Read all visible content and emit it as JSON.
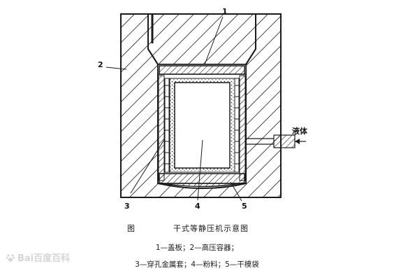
{
  "callouts": {
    "c1": "1",
    "c2": "2",
    "c3": "3",
    "c4": "4",
    "c5": "5"
  },
  "fluid_label": "液体",
  "caption": {
    "figure_label": "图",
    "title": "干式等静压机示意图",
    "legend_line1": "1—盖板；2—高压容器；",
    "legend_line2": "3—穿孔金属套；4—粉料；5—干模袋"
  },
  "watermark": {
    "text": "Bai百度百科",
    "icon": "paw-icon"
  },
  "colors": {
    "ink": "#1a1a1a",
    "paper": "#ffffff"
  }
}
